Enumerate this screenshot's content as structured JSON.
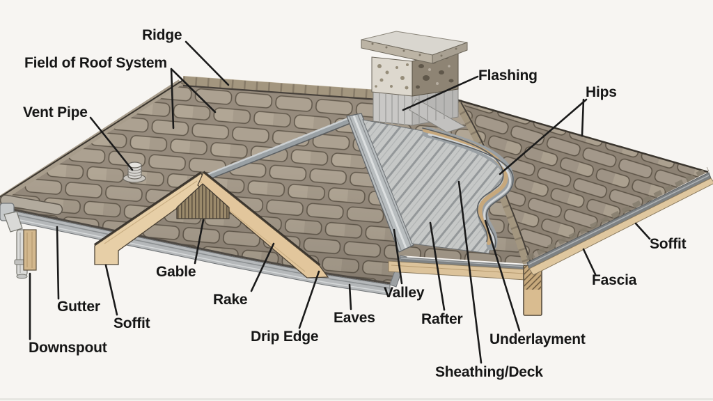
{
  "diagram": {
    "type": "roof-system-anatomy-illustration",
    "background_color": "#f7f5f2",
    "label_text_color": "#161616",
    "leader_line_color": "#1a1a1a",
    "palette": {
      "shingles": "#a89d90",
      "shingle_outline": "#57503f",
      "ridge_hip_caps": "#a3967f",
      "wood_trim": "#e5cba0",
      "metal_flashing": "#9aa0a4",
      "gutter_metal": "#b5b8ba",
      "chimney_stone_light": "#ddd8ce",
      "chimney_stone_dark": "#8e8474",
      "deck_planks": "#c6c8c7"
    },
    "labels": {
      "ridge": "Ridge",
      "field_of_roof_system": "Field of Roof System",
      "vent_pipe": "Vent Pipe",
      "flashing": "Flashing",
      "hips": "Hips",
      "gutter": "Gutter",
      "soffit_left": "Soffit",
      "downspout": "Downspout",
      "gable": "Gable",
      "rake": "Rake",
      "drip_edge": "Drip Edge",
      "eaves": "Eaves",
      "valley": "Valley",
      "rafter": "Rafter",
      "underlayment": "Underlayment",
      "sheathing_deck": "Sheathing/Deck",
      "fascia": "Fascia",
      "soffit_right": "Soffit"
    }
  }
}
